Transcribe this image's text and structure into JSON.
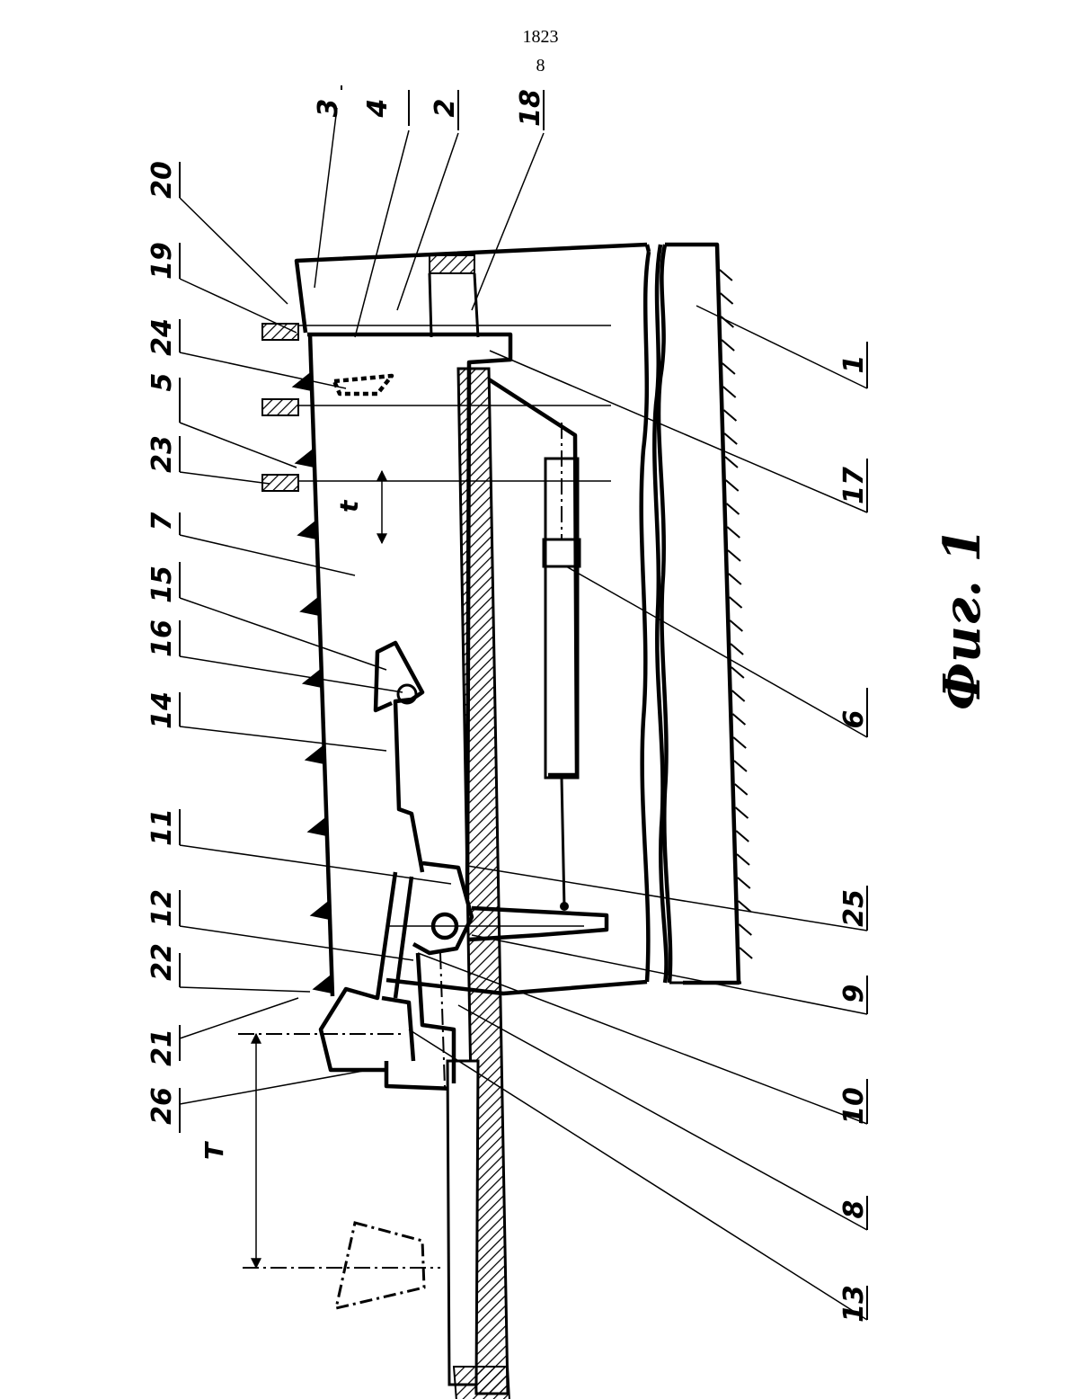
{
  "header": {
    "page_number": "1823",
    "sheet_number": "8"
  },
  "caption": "Фиг. 1",
  "dimensions": {
    "small_pitch": "t",
    "large_pitch": "T"
  },
  "callouts": [
    "3",
    "4",
    "2",
    "18",
    "20",
    "19",
    "24",
    "5",
    "23",
    "7",
    "15",
    "16",
    "14",
    "11",
    "12",
    "22",
    "21",
    "26",
    "1",
    "17",
    "6",
    "25",
    "9",
    "10",
    "8",
    "13"
  ]
}
